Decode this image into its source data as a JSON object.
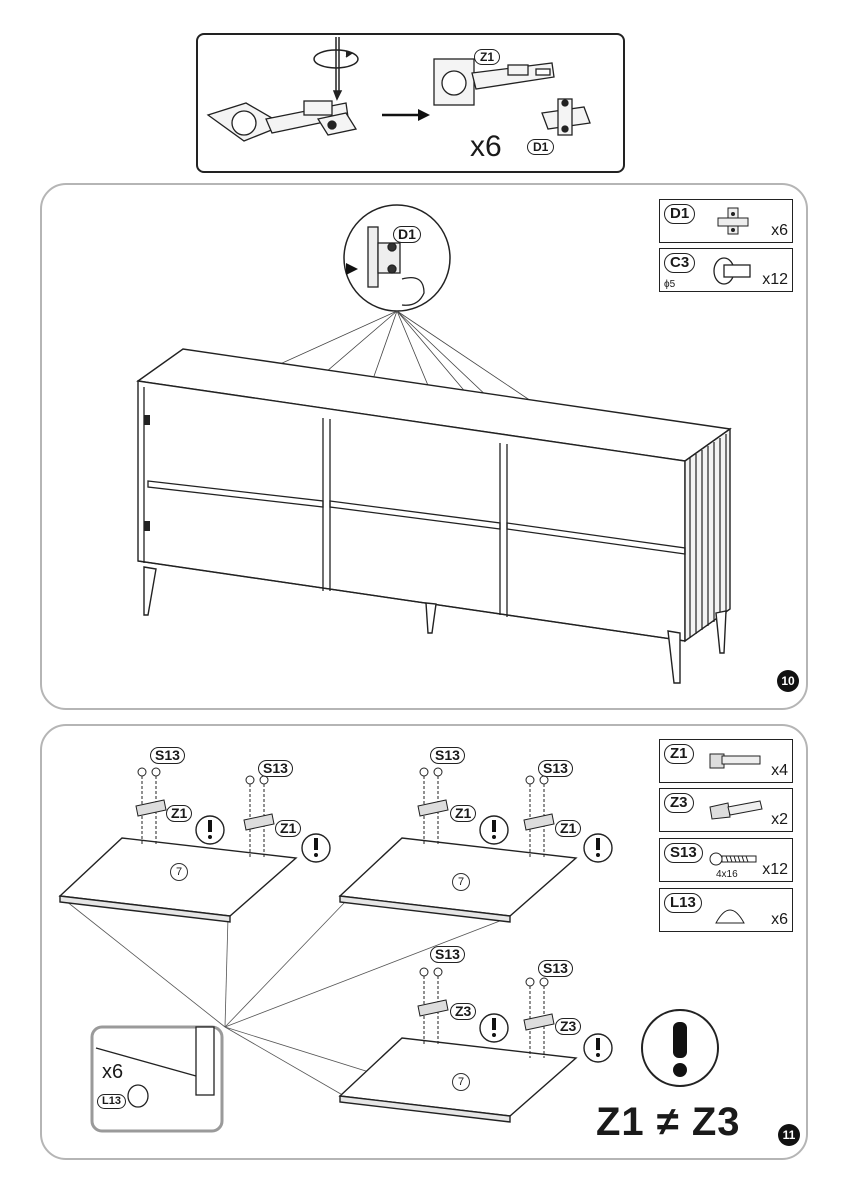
{
  "header": {
    "hinge_label": "Z1",
    "multiplier": "x6",
    "plate_label": "D1"
  },
  "step10": {
    "number": "10",
    "detail_label": "D1",
    "parts": [
      {
        "id": "D1",
        "qty": "x6",
        "spec": ""
      },
      {
        "id": "C3",
        "qty": "x12",
        "spec": "ϕ5"
      }
    ]
  },
  "step11": {
    "number": "11",
    "parts": [
      {
        "id": "Z1",
        "qty": "x4",
        "spec": ""
      },
      {
        "id": "Z3",
        "qty": "x2",
        "spec": ""
      },
      {
        "id": "S13",
        "qty": "x12",
        "spec": "4x16"
      },
      {
        "id": "L13",
        "qty": "x6",
        "spec": ""
      }
    ],
    "screw_label": "S13",
    "hinge_a": "Z1",
    "hinge_b": "Z3",
    "panel_number": "7",
    "inset_qty": "x6",
    "inset_part": "L13",
    "warning_text": "Z1 ≠ Z3"
  }
}
